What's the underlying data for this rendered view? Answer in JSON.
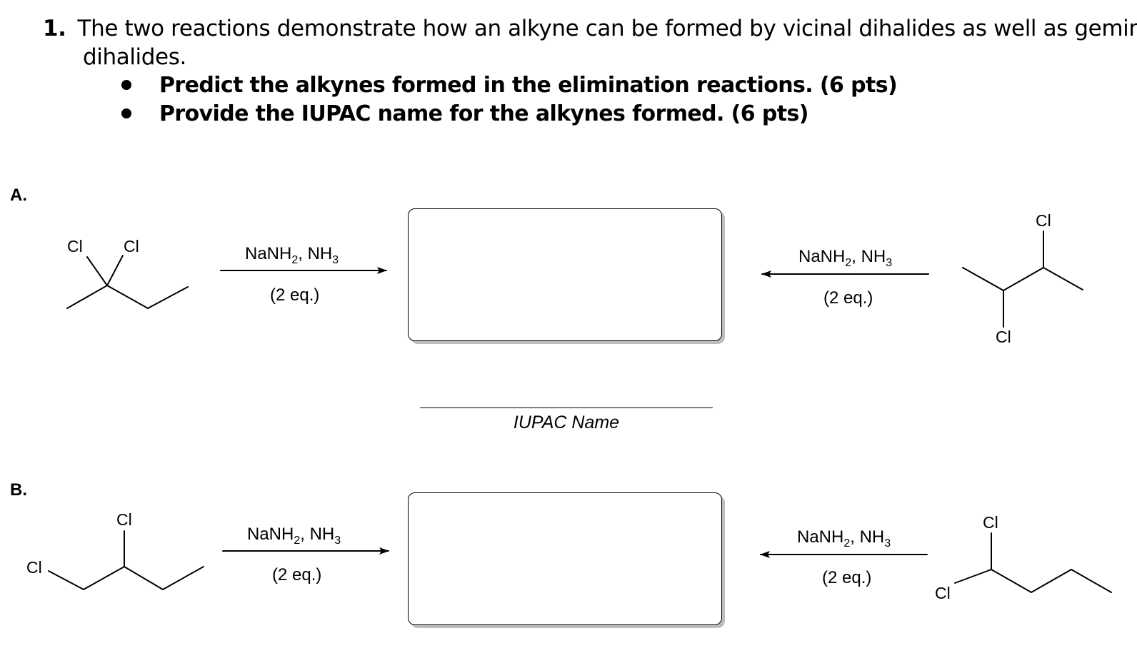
{
  "question": {
    "number": "1.",
    "text_line1": "The two reactions demonstrate how an alkyne can be formed by vicinal dihalides as well as geminal",
    "text_line2": "dihalides.",
    "bullets": [
      "Predict the alkynes formed in the elimination reactions. (6 pts)",
      "Provide the IUPAC name for the alkynes formed. (6 pts)"
    ]
  },
  "sections": {
    "a_label": "A.",
    "b_label": "B."
  },
  "reagents": {
    "base": "NaNH",
    "sub1": "2",
    "sep": ", NH",
    "sub2": "3",
    "equiv": "(2 eq.)"
  },
  "atom_label": "Cl",
  "iupac_label": "IUPAC Name"
}
